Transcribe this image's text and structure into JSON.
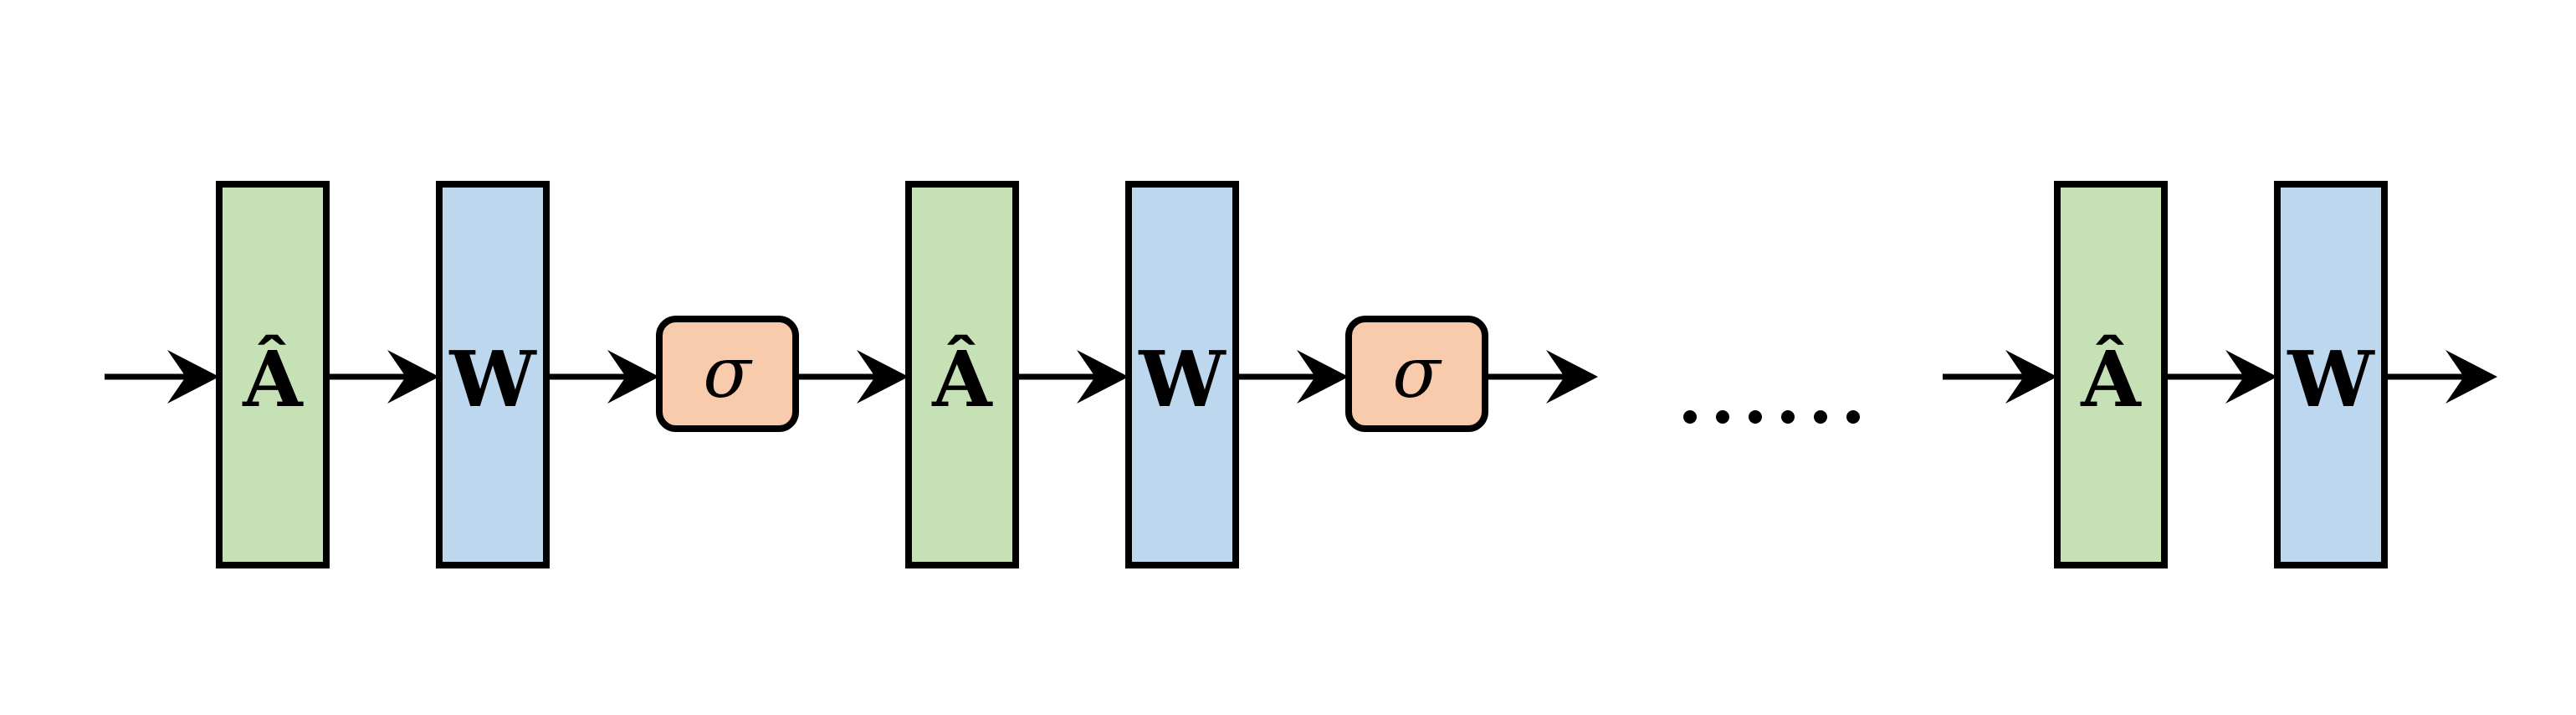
{
  "colors": {
    "adjacency_block": "#c5e1b5",
    "weight_block": "#bdd7ee",
    "activation_block": "#f8cbad",
    "stroke": "#000000",
    "background": "#ffffff"
  },
  "labels": {
    "adjacency": "Â",
    "weight": "W",
    "activation": "σ",
    "ellipsis": "······"
  },
  "stages": [
    {
      "adjacency_label": "Â",
      "weight_label": "W",
      "activation_label": "σ"
    },
    {
      "adjacency_label": "Â",
      "weight_label": "W",
      "activation_label": "σ"
    },
    {
      "adjacency_label": "Â",
      "weight_label": "W"
    }
  ]
}
